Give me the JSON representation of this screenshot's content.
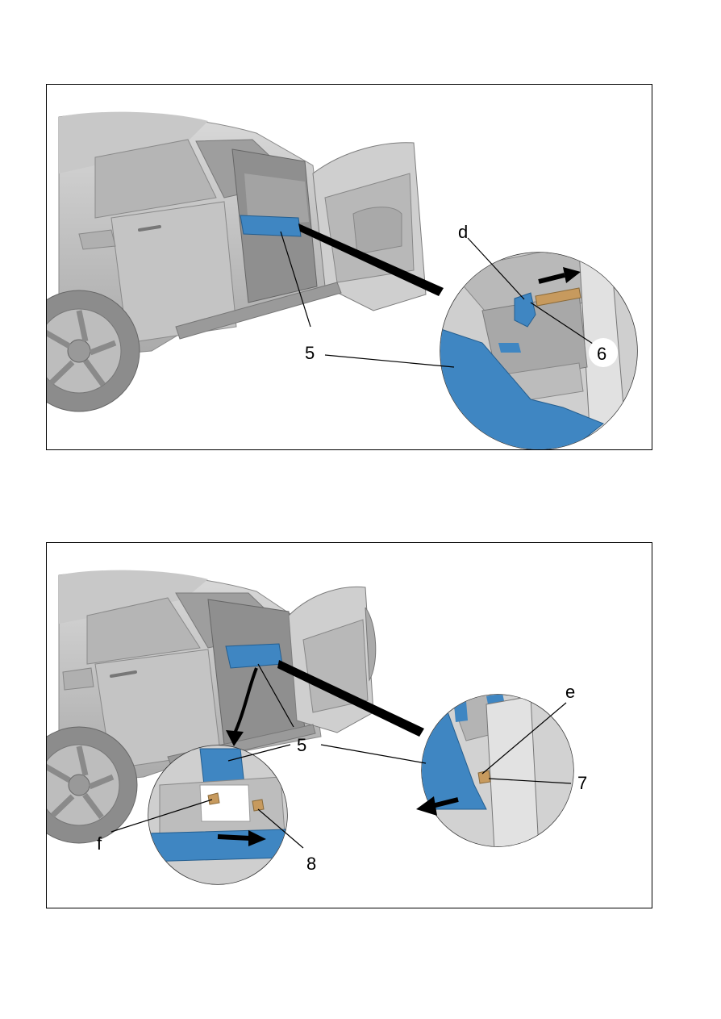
{
  "figure_top": {
    "callouts": {
      "component": "5",
      "fastener": "6",
      "detail": "d"
    }
  },
  "figure_bottom": {
    "callouts": {
      "component": "5",
      "fastener_right": "7",
      "fastener_left": "8",
      "detail_right": "e",
      "detail_left": "f"
    }
  },
  "colors": {
    "part_blue": "#3f86c2",
    "clip_tan": "#c79a5e",
    "car_gray": "#bdbdbd",
    "arrow": "#000000"
  }
}
